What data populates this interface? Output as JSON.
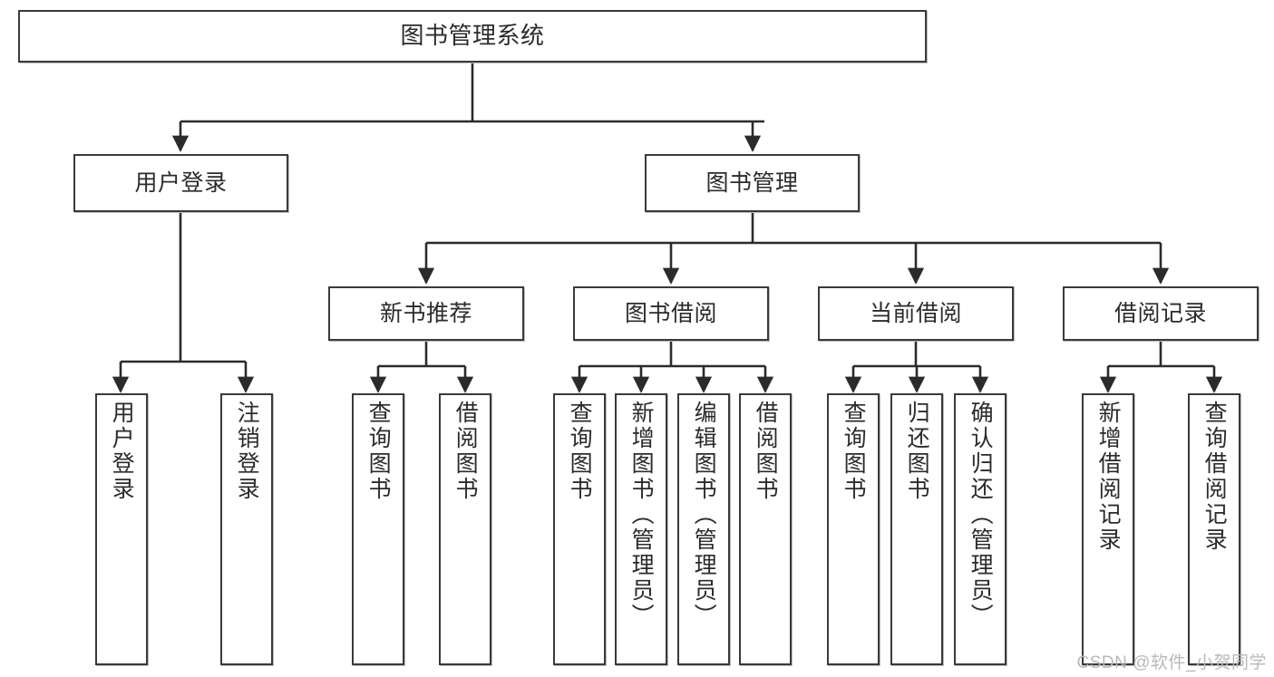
{
  "diagram": {
    "title": "图书管理系统",
    "type": "tree",
    "colors": {
      "node_border": "#3a3a3a",
      "node_fill": "#ffffff",
      "edge": "#2b2b2b",
      "text": "#2b2b2b",
      "watermark": "#b9b9b9",
      "background": "#ffffff"
    },
    "root": {
      "id": "root",
      "label": "图书管理系统",
      "orientation": "horizontal"
    },
    "level2": [
      {
        "id": "user-login",
        "label": "用户登录",
        "orientation": "horizontal"
      },
      {
        "id": "book-manage",
        "label": "图书管理",
        "orientation": "horizontal"
      }
    ],
    "level3": [
      {
        "id": "new-book-recommend",
        "label": "新书推荐",
        "orientation": "horizontal"
      },
      {
        "id": "book-borrow",
        "label": "图书借阅",
        "orientation": "horizontal"
      },
      {
        "id": "current-borrow",
        "label": "当前借阅",
        "orientation": "horizontal"
      },
      {
        "id": "borrow-record",
        "label": "借阅记录",
        "orientation": "horizontal"
      }
    ],
    "leaves": [
      {
        "id": "leaf-user-login",
        "label": "用户登录",
        "parent": "user-login",
        "orientation": "vertical"
      },
      {
        "id": "leaf-logout-login",
        "label": "注销登录",
        "parent": "user-login",
        "orientation": "vertical"
      },
      {
        "id": "leaf-query-book-1",
        "label": "查询图书",
        "parent": "new-book-recommend",
        "orientation": "vertical"
      },
      {
        "id": "leaf-borrow-book-1",
        "label": "借阅图书",
        "parent": "new-book-recommend",
        "orientation": "vertical"
      },
      {
        "id": "leaf-query-book-2",
        "label": "查询图书",
        "parent": "book-borrow",
        "orientation": "vertical"
      },
      {
        "id": "leaf-add-book",
        "label": "新增图书（管理员）",
        "parent": "book-borrow",
        "orientation": "vertical"
      },
      {
        "id": "leaf-edit-book",
        "label": "编辑图书（管理员）",
        "parent": "book-borrow",
        "orientation": "vertical"
      },
      {
        "id": "leaf-borrow-book-2",
        "label": "借阅图书",
        "parent": "book-borrow",
        "orientation": "vertical"
      },
      {
        "id": "leaf-query-book-3",
        "label": "查询图书",
        "parent": "current-borrow",
        "orientation": "vertical"
      },
      {
        "id": "leaf-return-book",
        "label": "归还图书",
        "parent": "current-borrow",
        "orientation": "vertical"
      },
      {
        "id": "leaf-confirm-return",
        "label": "确认归还（管理员）",
        "parent": "current-borrow",
        "orientation": "vertical"
      },
      {
        "id": "leaf-add-record",
        "label": "新增借阅记录",
        "parent": "borrow-record",
        "orientation": "vertical"
      },
      {
        "id": "leaf-query-record",
        "label": "查询借阅记录",
        "parent": "borrow-record",
        "orientation": "vertical"
      }
    ],
    "watermark": "CSDN @软件_小贺同学"
  }
}
